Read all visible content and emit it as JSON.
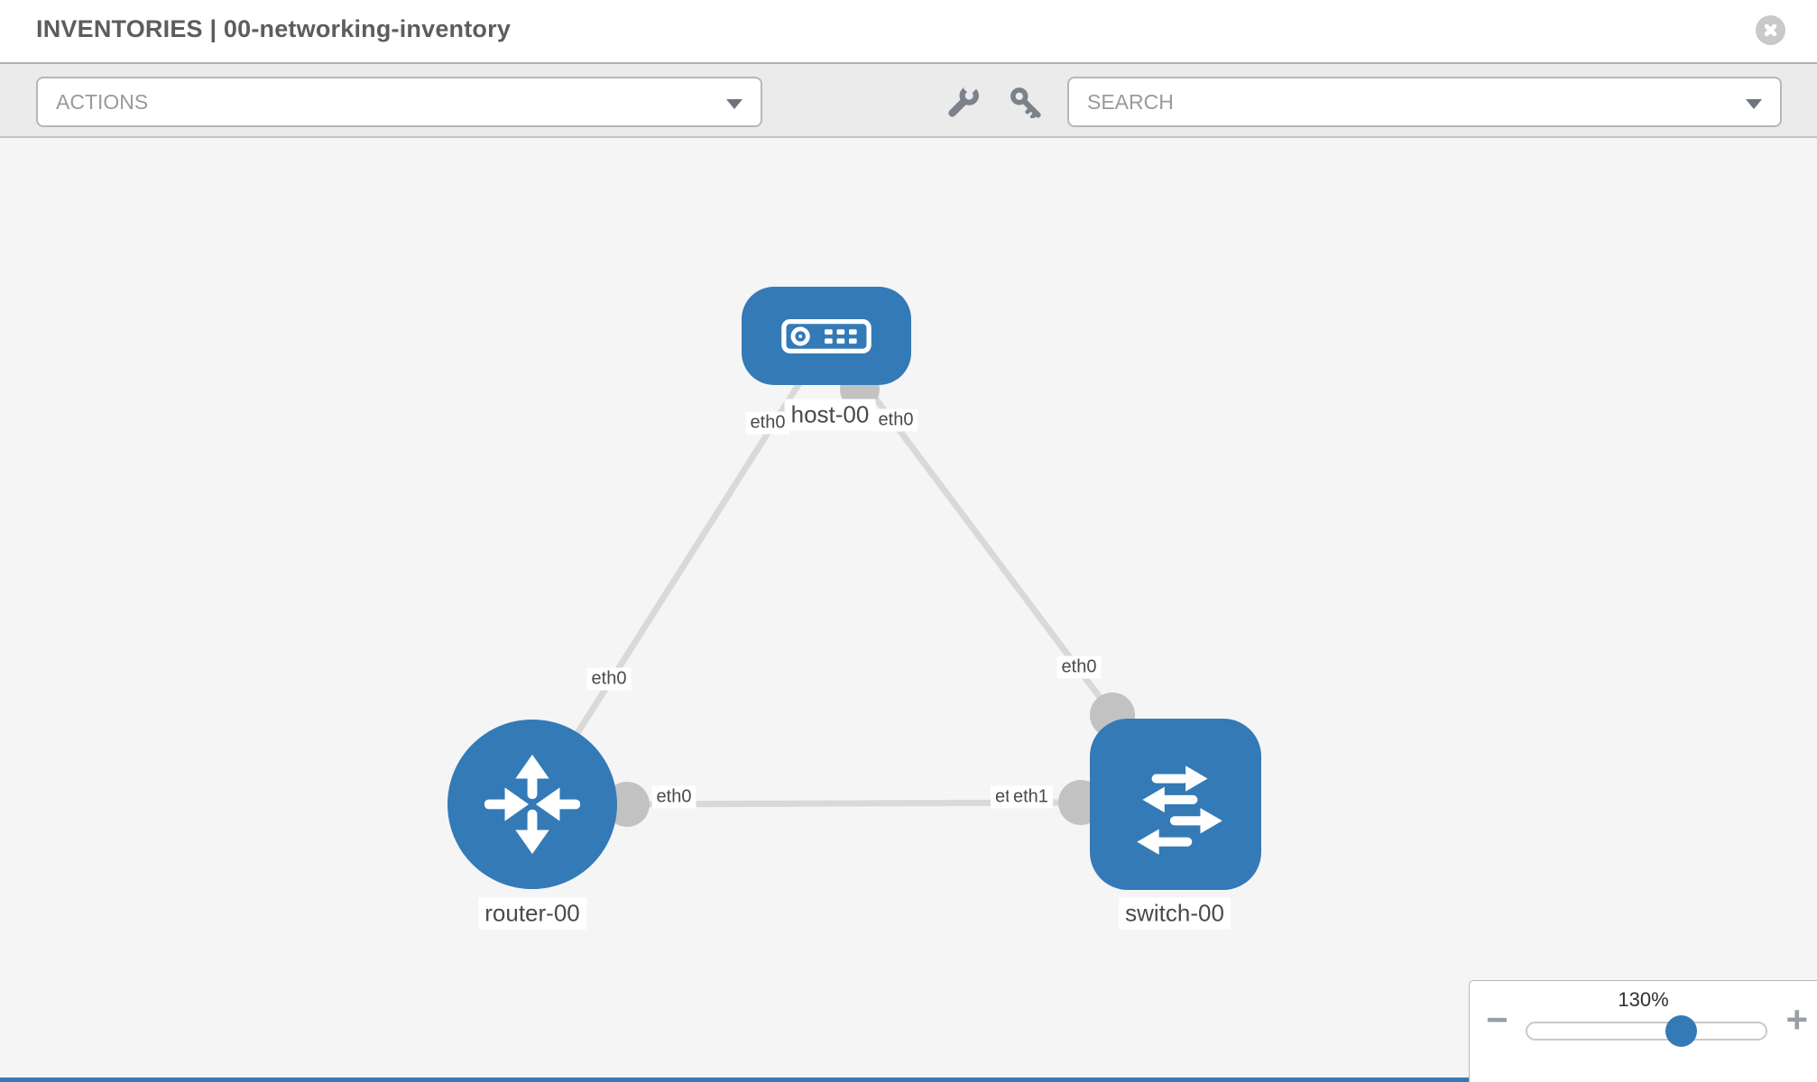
{
  "header": {
    "title": "INVENTORIES | 00-networking-inventory"
  },
  "toolbar": {
    "actions_label": "ACTIONS",
    "search_placeholder": "SEARCH"
  },
  "icons": {
    "close": "circle-x-icon",
    "wrench": "wrench-icon",
    "key": "key-icon",
    "caret": "caret-down-icon",
    "host": "host-device-icon",
    "router": "router-arrows-icon",
    "switch": "switch-arrows-icon"
  },
  "topology": {
    "nodes": [
      {
        "id": "host-00",
        "type": "host",
        "label": "host-00"
      },
      {
        "id": "router-00",
        "type": "router",
        "label": "router-00"
      },
      {
        "id": "switch-00",
        "type": "switch",
        "label": "switch-00"
      }
    ],
    "links": [
      {
        "source": "host-00",
        "target": "router-00",
        "source_interface": "eth0",
        "target_interface": "eth0"
      },
      {
        "source": "host-00",
        "target": "switch-00",
        "source_interface": "eth0",
        "target_interface": "eth0"
      },
      {
        "source": "router-00",
        "target": "switch-00",
        "source_interface": "eth0",
        "target_interface": "eth1",
        "target_interface_overlapped": "eth0"
      }
    ]
  },
  "zoom_control": {
    "value": "130%",
    "minus": "−",
    "plus": "+"
  },
  "colors": {
    "node_blue": "#337ab7",
    "canvas_bg": "#f5f5f5",
    "toolbar_bg": "#ebebeb",
    "link_gray": "#d9d9d9",
    "connector_gray": "#c2c2c2",
    "muted_text": "#9a9a9a",
    "title_text": "#5d5d5d"
  }
}
